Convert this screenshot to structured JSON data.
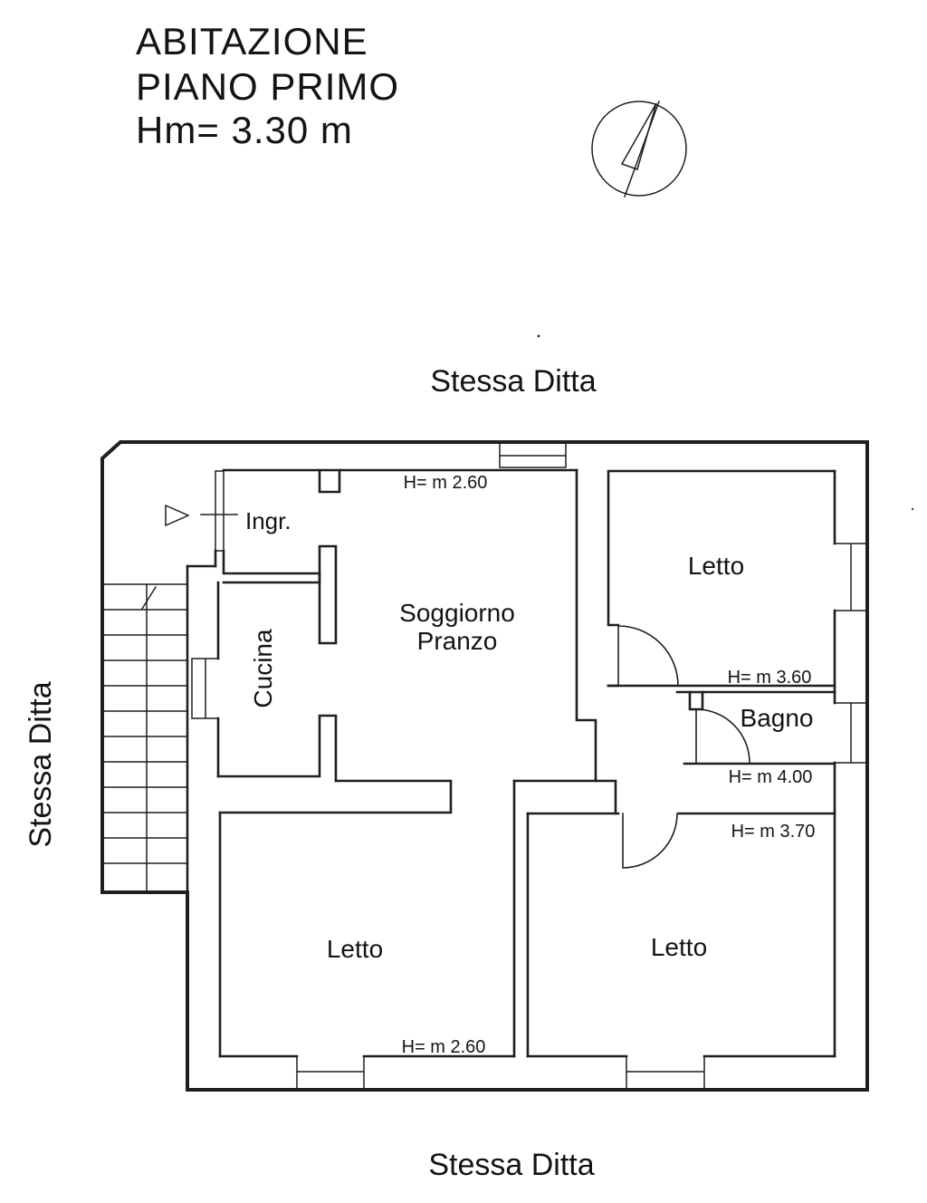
{
  "document": {
    "title_line1": "ABITAZIONE",
    "title_line2": "PIANO PRIMO",
    "title_line3": "Hm= 3.30 m"
  },
  "context_labels": {
    "top": "Stessa Ditta",
    "left": "Stessa Ditta",
    "bottom": "Stessa Ditta"
  },
  "rooms": {
    "ingresso": {
      "label": "Ingr."
    },
    "soggiorno": {
      "label_line1": "Soggiorno",
      "label_line2": "Pranzo",
      "height": "H= m 2.60"
    },
    "cucina": {
      "label": "Cucina"
    },
    "letto_nord_est": {
      "label": "Letto",
      "height": "H= m 3.60"
    },
    "bagno": {
      "label": "Bagno",
      "height": "H= m 4.00"
    },
    "letto_sud_ovest": {
      "label": "Letto",
      "height": "H= m 2.60"
    },
    "letto_sud_est": {
      "label": "Letto",
      "height": "H= m 3.70"
    }
  },
  "colors": {
    "ink": "#1f1f1f",
    "paper": "#ffffff"
  }
}
